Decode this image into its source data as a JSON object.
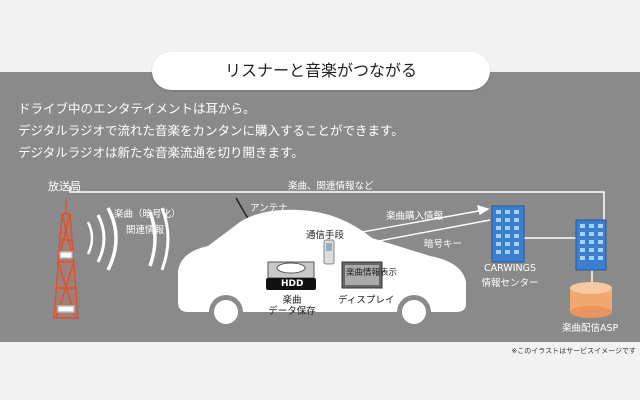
{
  "title": "リスナーと音楽がつながる",
  "intro_lines": [
    "ドライブ中のエンタテイメントは耳から。",
    "デジタルラジオで流れた音楽をカンタンに購入することができます。",
    "デジタルラジオは新たな音楽流通を切り開きます。"
  ],
  "labels": {
    "broadcaster": "放送局",
    "music_related_info": "楽曲、関連情報など",
    "music_encrypted": "楽曲（暗号化）",
    "related_info": "関連情報",
    "antenna": "アンテナ",
    "comm_means": "通信手段",
    "purchase_info": "楽曲購入情報",
    "encryption_key": "暗号キー",
    "hdd": "HDD",
    "music_data_storage_1": "楽曲",
    "music_data_storage_2": "データ保存",
    "music_info_display": "楽曲情報表示",
    "display": "ディスプレイ",
    "carwings_1": "CARWINGS",
    "carwings_2": "情報センター",
    "music_asp": "楽曲配信ASP"
  },
  "note": "※このイラストはサービスイメージです",
  "colors": {
    "panel": "#8a8a8a",
    "tower": "#e0502a",
    "building": "#3a7fd0",
    "asp_cylinder": "#f0a870",
    "car": "#ffffff"
  },
  "icons": [
    "radio-tower-icon",
    "radio-wave-icon",
    "car-icon",
    "hdd-icon",
    "phone-icon",
    "display-icon",
    "building-icon",
    "database-icon"
  ]
}
